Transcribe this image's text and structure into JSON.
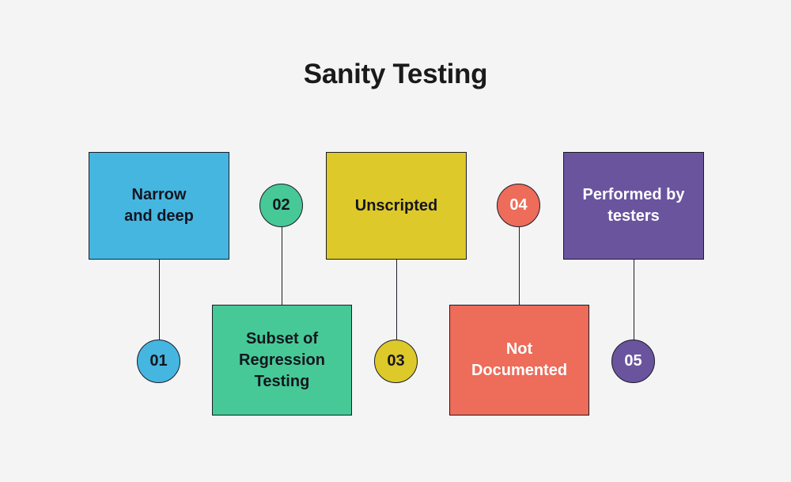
{
  "page": {
    "title": "Sanity Testing",
    "background_color": "#f4f4f4",
    "title_color": "#1a1a1a",
    "outline_color": "#1c1c28"
  },
  "diagram": {
    "type": "feature-callout",
    "columns": [
      {
        "number": "01",
        "label": "Narrow\nand deep",
        "label_line_1": "Narrow",
        "label_line_2": "and deep",
        "color": "#45b6e0",
        "text_color": "#15151f",
        "number_text_color": "#15151f",
        "box_position": "top",
        "circle_position": "bottom"
      },
      {
        "number": "02",
        "label": "Subset of\nRegression\nTesting",
        "label_line_1": "Subset of",
        "label_line_2": "Regression",
        "label_line_3": "Testing",
        "color": "#46c996",
        "text_color": "#15151f",
        "number_text_color": "#15151f",
        "box_position": "bottom",
        "circle_position": "top"
      },
      {
        "number": "03",
        "label": "Unscripted",
        "label_line_1": "Unscripted",
        "color": "#ddc92a",
        "text_color": "#15151f",
        "number_text_color": "#15151f",
        "box_position": "top",
        "circle_position": "bottom"
      },
      {
        "number": "04",
        "label": "Not\nDocumented",
        "label_line_1": "Not",
        "label_line_2": "Documented",
        "color": "#ed6c5a",
        "text_color": "#ffffff",
        "number_text_color": "#ffffff",
        "box_position": "bottom",
        "circle_position": "top"
      },
      {
        "number": "05",
        "label": "Performed by\ntesters",
        "label_line_1": "Performed by",
        "label_line_2": "testers",
        "color": "#6a549e",
        "text_color": "#ffffff",
        "number_text_color": "#ffffff",
        "box_position": "top",
        "circle_position": "bottom"
      }
    ]
  }
}
